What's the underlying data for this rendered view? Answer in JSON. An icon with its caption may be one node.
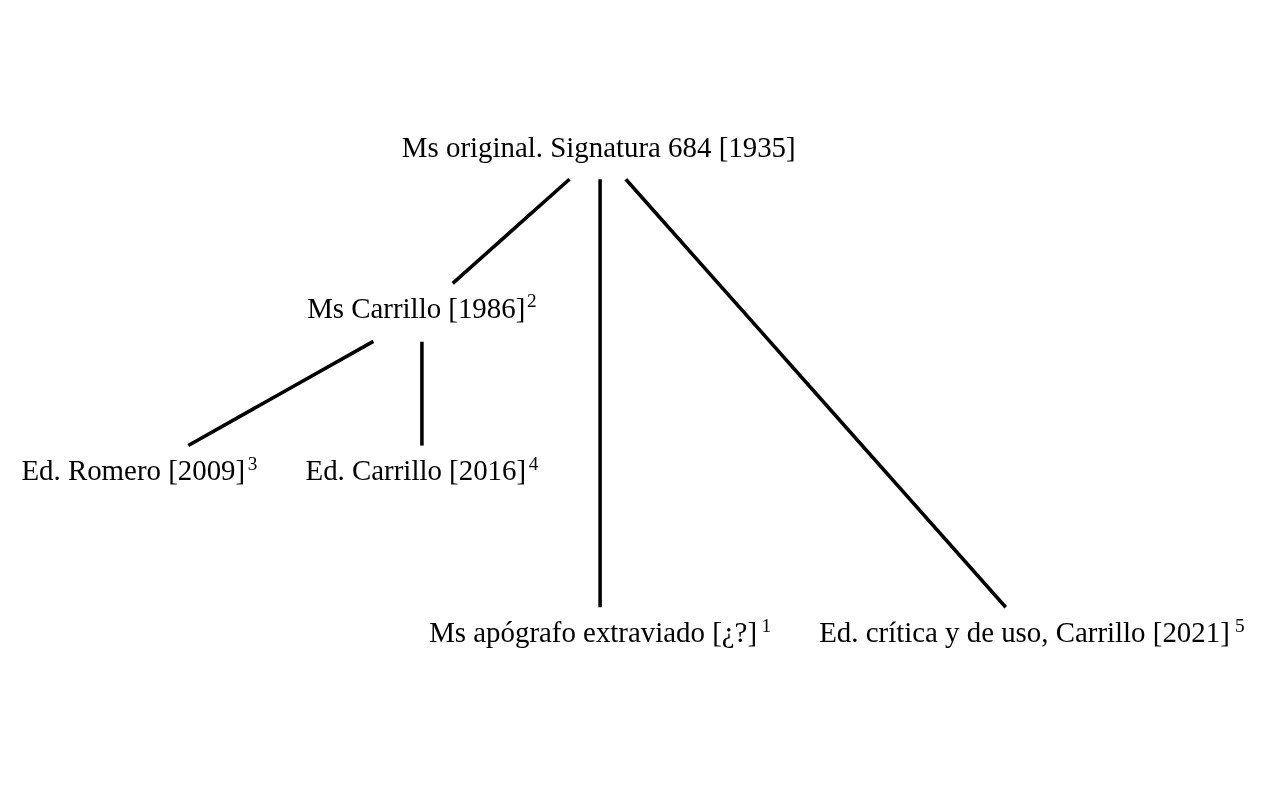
{
  "diagram": {
    "nodes": [
      {
        "text": [
          "Ms original. Signatura 684 [1935]"
        ]
      },
      {
        "text": [
          "Ms Carrillo [1986]$^{2}$"
        ]
      },
      {
        "text": [
          "Ms apógrafo extraviado [¿?]$^{1}$"
        ]
      },
      {
        "text": [
          "Ed. Romero [2009]$^{3}$"
        ]
      },
      {
        "text": [
          "Ed. Carrillo [2016]$^{4}$"
        ]
      },
      {
        "text": [
          "Ed. crítica y de uso, Carrillo [2021]$^{5}$"
        ]
      }
    ],
    "edges": [
      {
        "from": 0,
        "to": 1,
        "arrow": "none"
      },
      {
        "from": 0,
        "to": 5,
        "arrow": "none"
      },
      {
        "from": 0,
        "to": 2,
        "arrow": "none"
      },
      {
        "from": 1,
        "to": 3,
        "arrow": "none"
      },
      {
        "from": 1,
        "to": 4,
        "arrow": "none"
      }
    ]
  }
}
